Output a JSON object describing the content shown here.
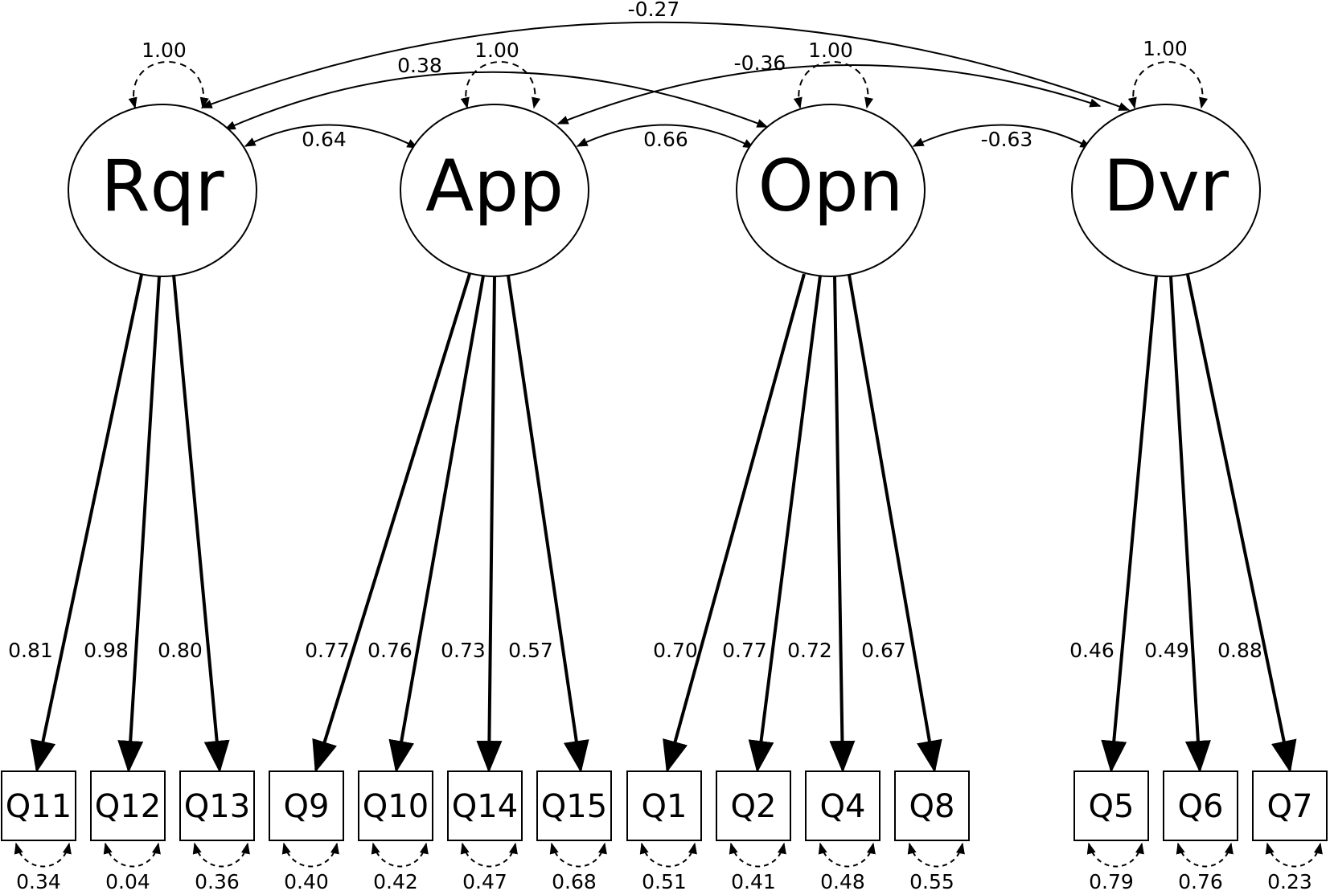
{
  "factors": [
    {
      "id": "Rqr",
      "label": "Rqr",
      "variance": "1.00"
    },
    {
      "id": "App",
      "label": "App",
      "variance": "1.00"
    },
    {
      "id": "Opn",
      "label": "Opn",
      "variance": "1.00"
    },
    {
      "id": "Dvr",
      "label": "Dvr",
      "variance": "1.00"
    }
  ],
  "items": [
    {
      "label": "Q11",
      "factor": "Rqr",
      "loading": "0.81",
      "residual": "0.34"
    },
    {
      "label": "Q12",
      "factor": "Rqr",
      "loading": "0.98",
      "residual": "0.04"
    },
    {
      "label": "Q13",
      "factor": "Rqr",
      "loading": "0.80",
      "residual": "0.36"
    },
    {
      "label": "Q9",
      "factor": "App",
      "loading": "0.77",
      "residual": "0.40"
    },
    {
      "label": "Q10",
      "factor": "App",
      "loading": "0.76",
      "residual": "0.42"
    },
    {
      "label": "Q14",
      "factor": "App",
      "loading": "0.73",
      "residual": "0.47"
    },
    {
      "label": "Q15",
      "factor": "App",
      "loading": "0.57",
      "residual": "0.68"
    },
    {
      "label": "Q1",
      "factor": "Opn",
      "loading": "0.70",
      "residual": "0.51"
    },
    {
      "label": "Q2",
      "factor": "Opn",
      "loading": "0.77",
      "residual": "0.41"
    },
    {
      "label": "Q4",
      "factor": "Opn",
      "loading": "0.72",
      "residual": "0.48"
    },
    {
      "label": "Q8",
      "factor": "Opn",
      "loading": "0.67",
      "residual": "0.55"
    },
    {
      "label": "Q5",
      "factor": "Dvr",
      "loading": "0.46",
      "residual": "0.79"
    },
    {
      "label": "Q6",
      "factor": "Dvr",
      "loading": "0.49",
      "residual": "0.76"
    },
    {
      "label": "Q7",
      "factor": "Dvr",
      "loading": "0.88",
      "residual": "0.23"
    }
  ],
  "correlations": [
    {
      "from": "Rqr",
      "to": "App",
      "value": "0.64"
    },
    {
      "from": "App",
      "to": "Opn",
      "value": "0.66"
    },
    {
      "from": "Opn",
      "to": "Dvr",
      "value": "-0.63"
    },
    {
      "from": "Rqr",
      "to": "Opn",
      "value": "0.38"
    },
    {
      "from": "App",
      "to": "Dvr",
      "value": "-0.36"
    },
    {
      "from": "Rqr",
      "to": "Dvr",
      "value": "-0.27"
    }
  ]
}
